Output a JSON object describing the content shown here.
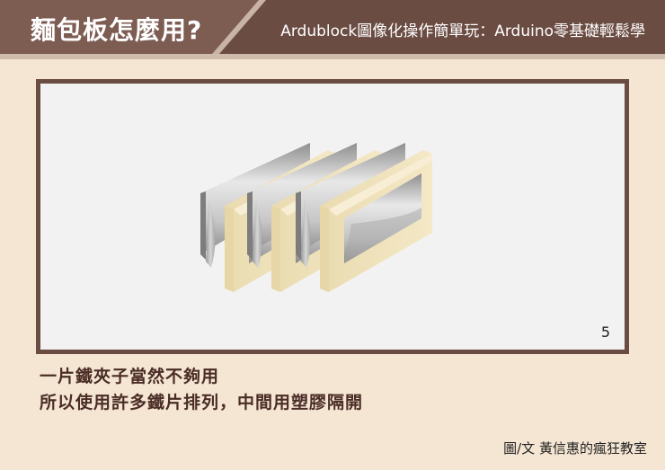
{
  "header": {
    "title": "麵包板怎麼用?",
    "subtitle": "Ardublock圖像化操作簡單玩：Arduino零基礎輕鬆學"
  },
  "slide": {
    "page_number": "5"
  },
  "captions": [
    "一片鐵夾子當然不夠用",
    "所以使用許多鐵片排列，中間用塑膠隔開"
  ],
  "credit": "圖/文  黃信惠的瘋狂教室",
  "colors": {
    "header_brown": "#6b4c43",
    "background_beige": "#f5e6d3",
    "plastic_cream": "#efdfb4",
    "metal_silver": "#b9b9b9",
    "caption_brown": "#4a2d26"
  }
}
